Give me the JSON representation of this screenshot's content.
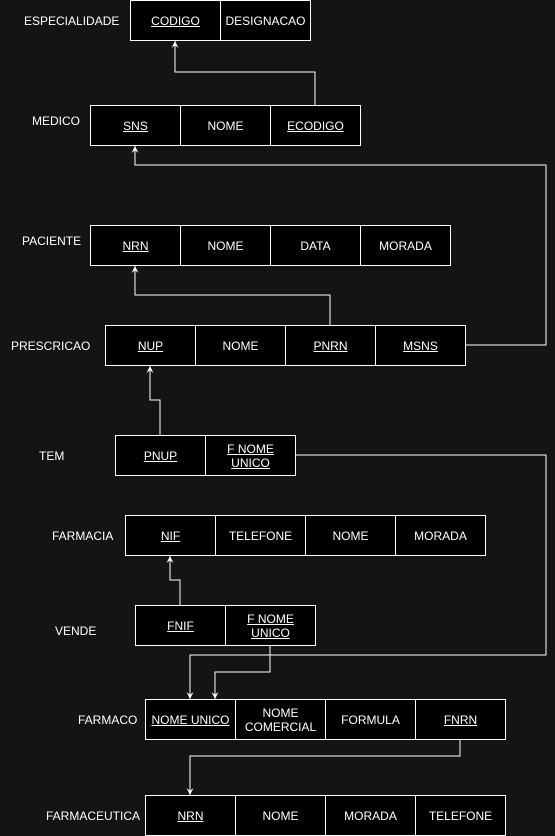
{
  "colors": {
    "background": "#141414",
    "cell_fill": "#000000",
    "stroke": "#ffffff",
    "text": "#ffffff"
  },
  "tables": [
    {
      "id": "especialidade",
      "name": "ESPECIALIDADE",
      "columns": [
        {
          "label": "CODIGO",
          "key": true
        },
        {
          "label": "DESIGNACAO",
          "key": false
        }
      ]
    },
    {
      "id": "medico",
      "name": "MEDICO",
      "columns": [
        {
          "label": "SNS",
          "key": true
        },
        {
          "label": "NOME",
          "key": false
        },
        {
          "label": "ECODIGO",
          "key": true
        }
      ]
    },
    {
      "id": "paciente",
      "name": "PACIENTE",
      "columns": [
        {
          "label": "NRN",
          "key": true
        },
        {
          "label": "NOME",
          "key": false
        },
        {
          "label": "DATA",
          "key": false
        },
        {
          "label": "MORADA",
          "key": false
        }
      ]
    },
    {
      "id": "prescricao",
      "name": "PRESCRICAO",
      "columns": [
        {
          "label": "NUP",
          "key": true
        },
        {
          "label": "NOME",
          "key": false
        },
        {
          "label": "PNRN",
          "key": true
        },
        {
          "label": "MSNS",
          "key": true
        }
      ]
    },
    {
      "id": "tem",
      "name": "TEM",
      "columns": [
        {
          "label": "PNUP",
          "key": true
        },
        {
          "label": "F NOME UNICO",
          "key": true
        }
      ]
    },
    {
      "id": "farmacia",
      "name": "FARMACIA",
      "columns": [
        {
          "label": "NIF",
          "key": true
        },
        {
          "label": "TELEFONE",
          "key": false
        },
        {
          "label": "NOME",
          "key": false
        },
        {
          "label": "MORADA",
          "key": false
        }
      ]
    },
    {
      "id": "vende",
      "name": "VENDE",
      "columns": [
        {
          "label": "FNIF",
          "key": true
        },
        {
          "label": "F NOME UNICO",
          "key": true
        }
      ]
    },
    {
      "id": "farmaco",
      "name": "FARMACO",
      "columns": [
        {
          "label": "NOME UNICO",
          "key": true
        },
        {
          "label": "NOME COMERCIAL",
          "key": false
        },
        {
          "label": "FORMULA",
          "key": false
        },
        {
          "label": "FNRN",
          "key": true
        }
      ]
    },
    {
      "id": "farmaceutica",
      "name": "FARMACEUTICA",
      "columns": [
        {
          "label": "NRN",
          "key": true
        },
        {
          "label": "NOME",
          "key": false
        },
        {
          "label": "MORADA",
          "key": false
        },
        {
          "label": "TELEFONE",
          "key": false
        }
      ]
    }
  ],
  "links": [
    {
      "from": "medico.ECODIGO",
      "to": "especialidade.CODIGO"
    },
    {
      "from": "prescricao.MSNS",
      "to": "medico.SNS"
    },
    {
      "from": "prescricao.PNRN",
      "to": "paciente.NRN"
    },
    {
      "from": "tem.PNUP",
      "to": "prescricao.NUP"
    },
    {
      "from": "tem.F NOME UNICO",
      "to": "farmaco.NOME UNICO"
    },
    {
      "from": "vende.FNIF",
      "to": "farmacia.NIF"
    },
    {
      "from": "vende.F NOME UNICO",
      "to": "farmaco.NOME UNICO"
    },
    {
      "from": "farmaco.FNRN",
      "to": "farmaceutica.NRN"
    }
  ]
}
